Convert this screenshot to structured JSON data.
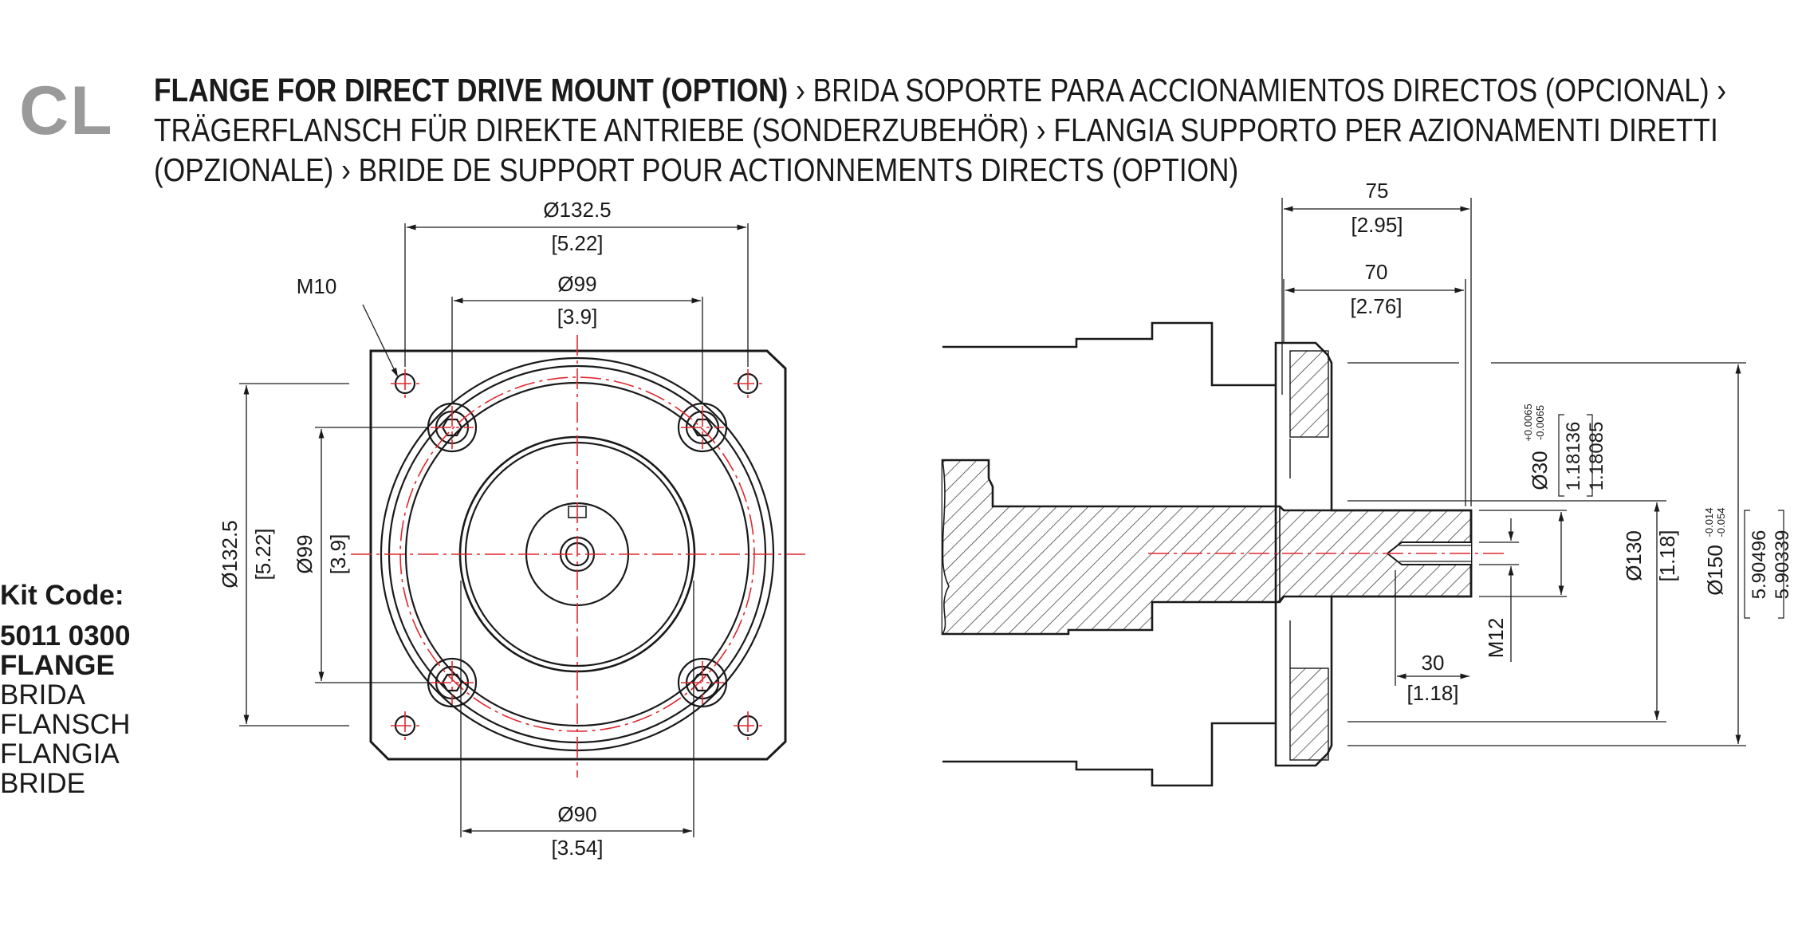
{
  "badge": "CL",
  "title": {
    "line1_bold": "FLANGE FOR DIRECT DRIVE MOUNT (OPTION)",
    "line1_rest": " › BRIDA SOPORTE PARA ACCIONAMIENTOS DIRECTOS (OPCIONAL) ›",
    "line2": "TRÄGERFLANSCH FÜR DIREKTE ANTRIEBE (SONDERZUBEHÖR) › FLANGIA SUPPORTO PER AZIONAMENTI DIRETTI",
    "line3": "(OPZIONALE) › BRIDE DE SUPPORT POUR ACTIONNEMENTS DIRECTS (OPTION)"
  },
  "kit": {
    "label": "Kit Code:",
    "code": "5011 0300",
    "names": [
      "FLANGE",
      "BRIDA",
      "FLANSCH",
      "FLANGIA",
      "BRIDE"
    ]
  },
  "front_view": {
    "top_outer": {
      "mm": "Ø132.5",
      "in": "[5.22]"
    },
    "top_inner": {
      "mm": "Ø99",
      "in": "[3.9]"
    },
    "thread": "M10",
    "left_outer": {
      "mm": "Ø132.5",
      "in": "[5.22]"
    },
    "left_inner": {
      "mm": "Ø99",
      "in": "[3.9]"
    },
    "bottom": {
      "mm": "Ø90",
      "in": "[3.54]"
    }
  },
  "side_view": {
    "overall": {
      "mm": "75",
      "in": "[2.95]"
    },
    "flange_to_shaft": {
      "mm": "70",
      "in": "[2.76]"
    },
    "thread_depth": {
      "mm": "30",
      "in": "[1.18]"
    },
    "thread": "M12",
    "shaft": {
      "mm": "Ø30",
      "tol_up": "+0.0065",
      "tol_low": "-0.0065",
      "in_a": "1.18136",
      "in_b": "1.18085"
    },
    "pilot": {
      "mm": "Ø130",
      "in": "[1.18]"
    },
    "outer": {
      "mm": "Ø150",
      "tol_up": "-0.014",
      "tol_low": "-0.054",
      "in_a": "5.90496",
      "in_b": "5.90339"
    }
  },
  "colors": {
    "centerline": "#e0282e",
    "line": "#1a1a1a",
    "badge": "#9a9a9a"
  }
}
